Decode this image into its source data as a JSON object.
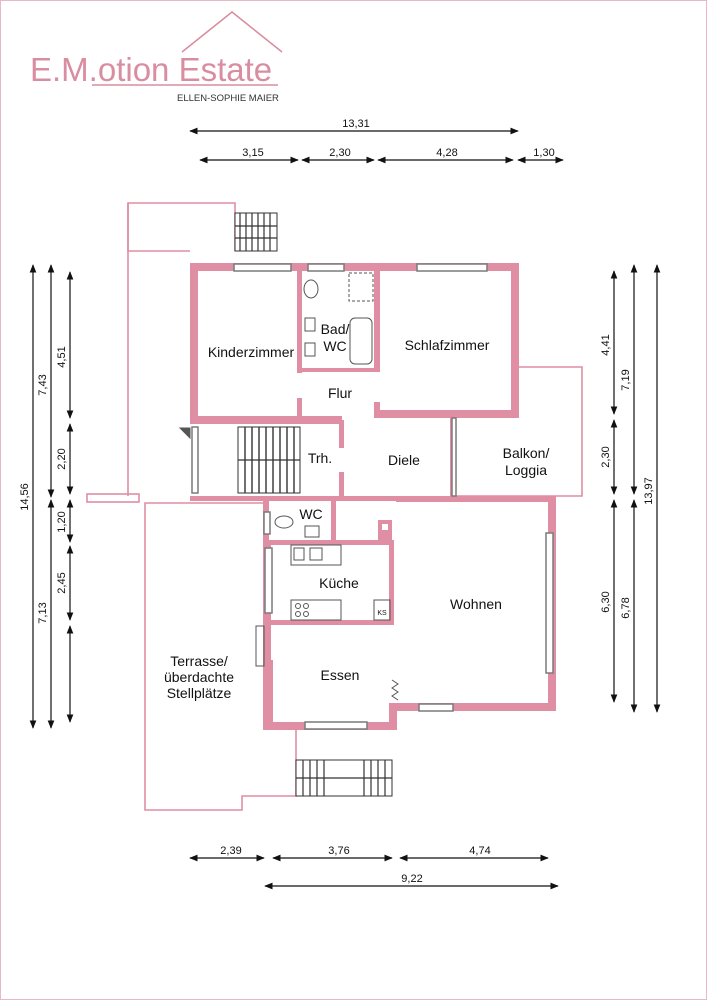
{
  "logo": {
    "brand": "E.M.otion Estate",
    "subtitle": "ELLEN-SOPHIE MAIER",
    "accent_color": "#d98da0"
  },
  "rooms": {
    "kinderzimmer": "Kinderzimmer",
    "bad_line1": "Bad/",
    "bad_line2": "WC",
    "schlafzimmer": "Schlafzimmer",
    "flur": "Flur",
    "trh": "Trh.",
    "diele": "Diele",
    "balkon_line1": "Balkon/",
    "balkon_line2": "Loggia",
    "wc": "WC",
    "kueche": "Küche",
    "ks": "KS",
    "wohnen": "Wohnen",
    "essen": "Essen",
    "terrasse_line1": "Terrasse/",
    "terrasse_line2": "überdachte",
    "terrasse_line3": "Stellplätze"
  },
  "dimensions": {
    "top_total": "13,31",
    "top_1": "3,15",
    "top_2": "2,30",
    "top_3": "4,28",
    "top_4": "1,30",
    "left_outer": "14,56",
    "left_mid_upper": "7,43",
    "left_mid_lower": "7,13",
    "left_inner_1": "4,51",
    "left_inner_2": "2,20",
    "left_inner_3": "1,20",
    "left_inner_4": "2,45",
    "right_inner_1": "4,41",
    "right_inner_2": "2,30",
    "right_inner_3": "6,30",
    "right_mid_upper": "7,19",
    "right_mid_lower": "6,78",
    "right_outer": "13,97",
    "bottom_1": "2,39",
    "bottom_2": "3,76",
    "bottom_3": "4,74",
    "bottom_total": "9,22"
  },
  "colors": {
    "wall": "#e08ea3",
    "frame": "#e8b9c4"
  }
}
